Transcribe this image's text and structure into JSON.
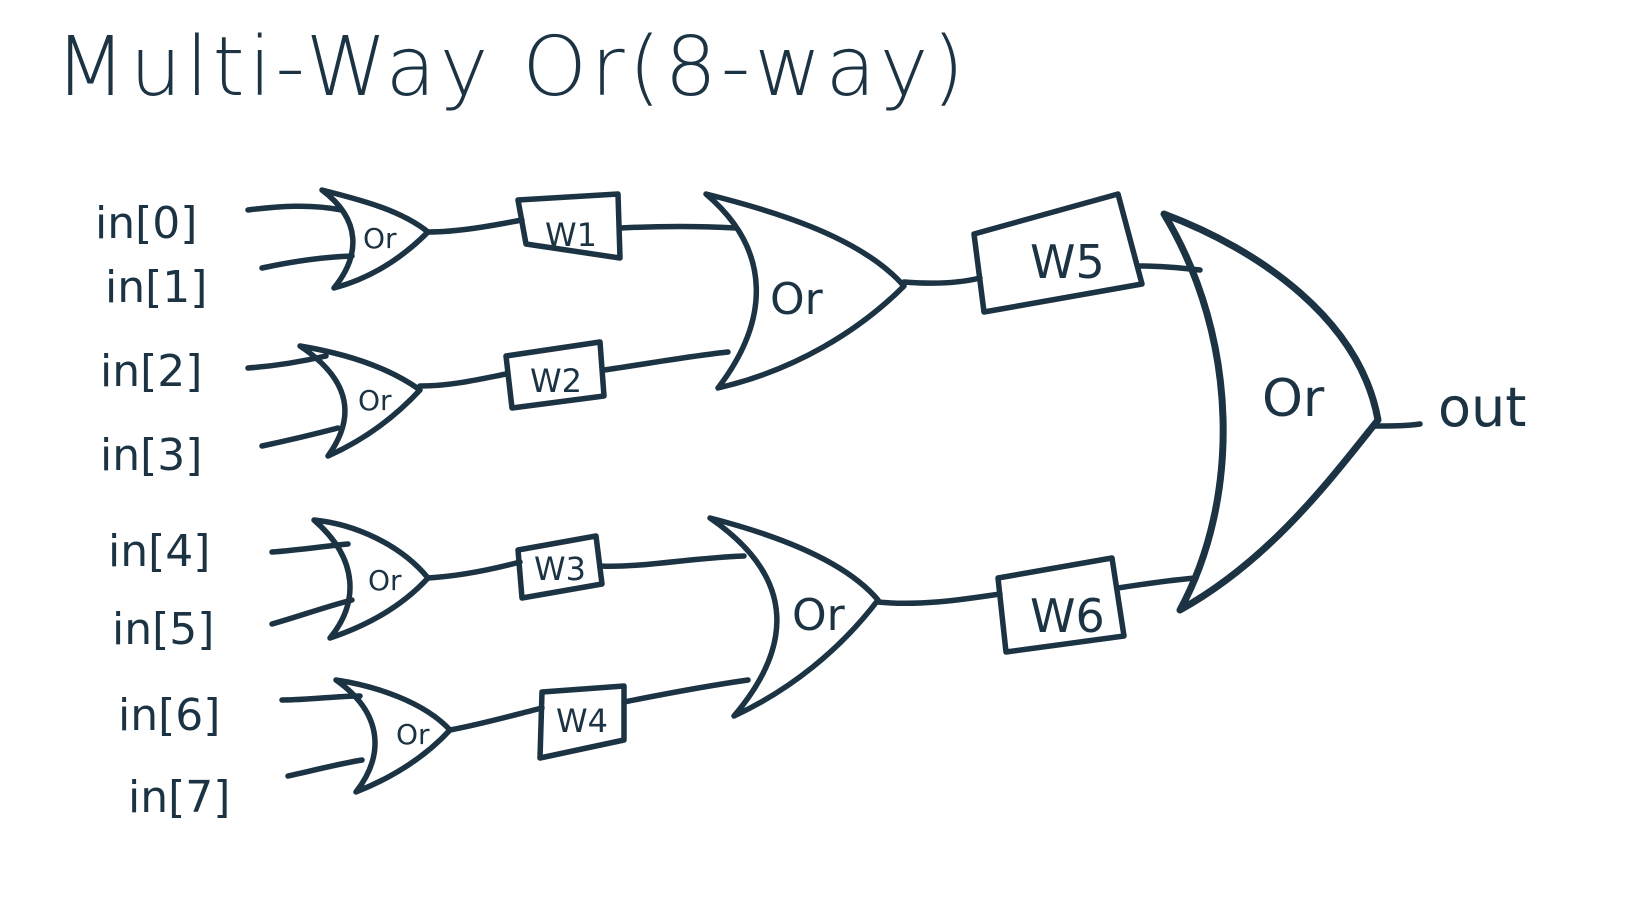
{
  "title": "Multi-Way Or(8-way)",
  "colors": {
    "ink": "#1c3344",
    "background": "#ffffff"
  },
  "inputs": [
    "in[0]",
    "in[1]",
    "in[2]",
    "in[3]",
    "in[4]",
    "in[5]",
    "in[6]",
    "in[7]"
  ],
  "gate_label": "Or",
  "stage1_gates": [
    "Or",
    "Or",
    "Or",
    "Or"
  ],
  "stage2_gates": [
    "Or",
    "Or"
  ],
  "final_gate": "Or",
  "wires": {
    "w1": "W1",
    "w2": "W2",
    "w3": "W3",
    "w4": "W4",
    "w5": "W5",
    "w6": "W6"
  },
  "output": "out"
}
